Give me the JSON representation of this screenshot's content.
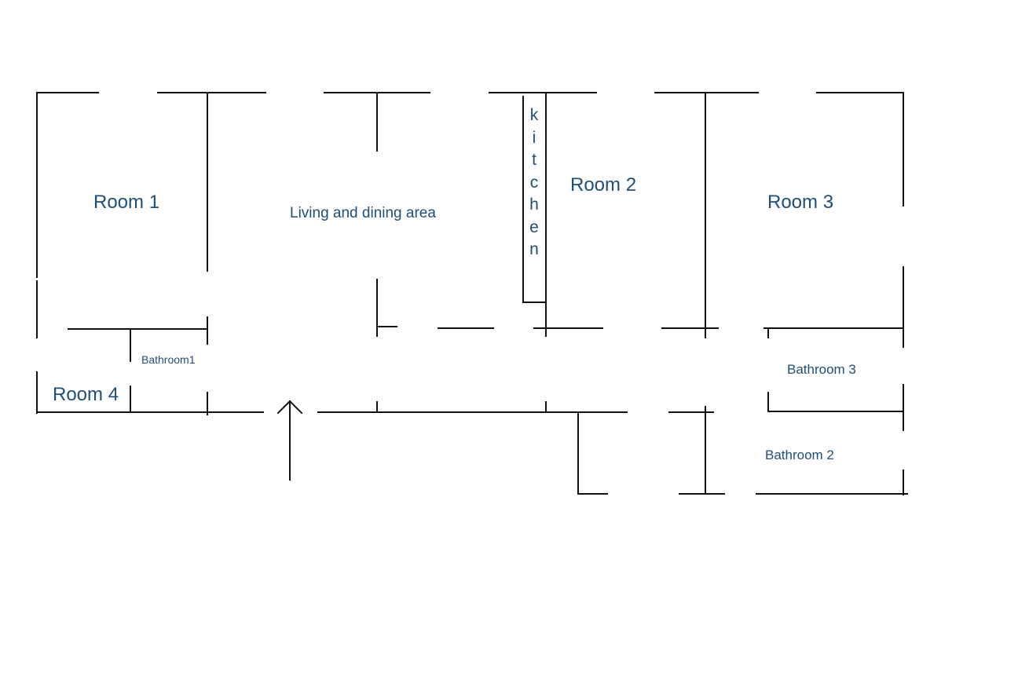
{
  "rooms": {
    "room1": "Room 1",
    "room2": "Room 2",
    "room3": "Room 3",
    "room4": "Room 4",
    "living": "Living and dining area",
    "kitchen": "kitchen",
    "bathroom1": "Bathroom1",
    "bathroom2": "Bathroom 2",
    "bathroom3": "Bathroom 3"
  },
  "colors": {
    "label": "#1f4e79",
    "wall": "#111111",
    "background": "#ffffff"
  },
  "icons": {
    "entrance": "up-arrow-icon"
  }
}
